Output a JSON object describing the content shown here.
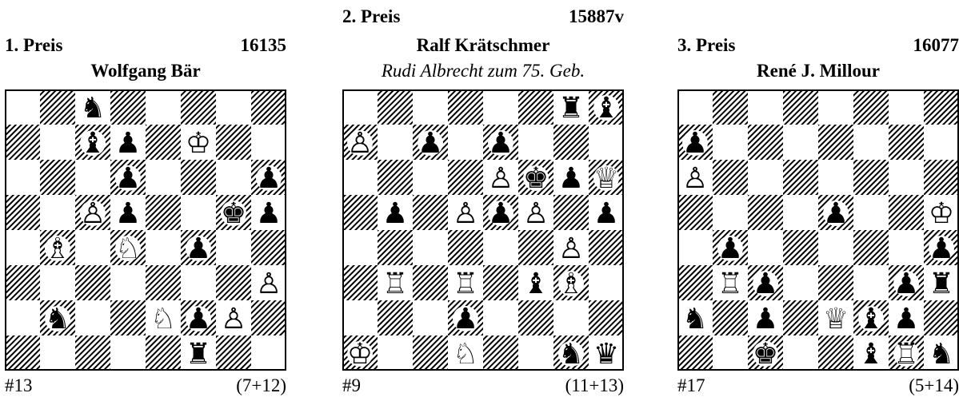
{
  "problems": [
    {
      "rank": "1. Preis",
      "number": "16135",
      "author": "Wolfgang Bär",
      "dedication": "",
      "stipulation": "#13",
      "count": "(7+12)",
      "pieces": [
        {
          "square": "c8",
          "color": "black",
          "type": "knight"
        },
        {
          "square": "c7",
          "color": "black",
          "type": "bishop"
        },
        {
          "square": "d7",
          "color": "black",
          "type": "pawn"
        },
        {
          "square": "f7",
          "color": "white",
          "type": "king"
        },
        {
          "square": "d6",
          "color": "black",
          "type": "pawn"
        },
        {
          "square": "h6",
          "color": "black",
          "type": "pawn"
        },
        {
          "square": "c5",
          "color": "white",
          "type": "pawn"
        },
        {
          "square": "d5",
          "color": "black",
          "type": "pawn"
        },
        {
          "square": "g5",
          "color": "black",
          "type": "king"
        },
        {
          "square": "h5",
          "color": "black",
          "type": "pawn"
        },
        {
          "square": "b4",
          "color": "white",
          "type": "bishop"
        },
        {
          "square": "d4",
          "color": "white",
          "type": "knight"
        },
        {
          "square": "f4",
          "color": "black",
          "type": "pawn"
        },
        {
          "square": "h3",
          "color": "white",
          "type": "pawn"
        },
        {
          "square": "b2",
          "color": "black",
          "type": "knight"
        },
        {
          "square": "e2",
          "color": "white",
          "type": "knight"
        },
        {
          "square": "f2",
          "color": "black",
          "type": "pawn"
        },
        {
          "square": "g2",
          "color": "white",
          "type": "pawn"
        },
        {
          "square": "f1",
          "color": "black",
          "type": "rook"
        }
      ]
    },
    {
      "rank": "2. Preis",
      "number": "15887v",
      "author": "Ralf Krätschmer",
      "dedication": "Rudi Albrecht zum 75. Geb.",
      "stipulation": "#9",
      "count": "(11+13)",
      "pieces": [
        {
          "square": "g8",
          "color": "black",
          "type": "rook"
        },
        {
          "square": "h8",
          "color": "black",
          "type": "bishop"
        },
        {
          "square": "a7",
          "color": "white",
          "type": "pawn"
        },
        {
          "square": "c7",
          "color": "black",
          "type": "pawn"
        },
        {
          "square": "e7",
          "color": "black",
          "type": "pawn"
        },
        {
          "square": "e6",
          "color": "white",
          "type": "pawn"
        },
        {
          "square": "f6",
          "color": "black",
          "type": "king"
        },
        {
          "square": "g6",
          "color": "black",
          "type": "pawn"
        },
        {
          "square": "h6",
          "color": "white",
          "type": "queen"
        },
        {
          "square": "b5",
          "color": "black",
          "type": "pawn"
        },
        {
          "square": "d5",
          "color": "white",
          "type": "pawn"
        },
        {
          "square": "e5",
          "color": "black",
          "type": "pawn"
        },
        {
          "square": "f5",
          "color": "white",
          "type": "pawn"
        },
        {
          "square": "h5",
          "color": "black",
          "type": "pawn"
        },
        {
          "square": "g4",
          "color": "white",
          "type": "pawn"
        },
        {
          "square": "b3",
          "color": "white",
          "type": "rook"
        },
        {
          "square": "d3",
          "color": "white",
          "type": "rook"
        },
        {
          "square": "f3",
          "color": "black",
          "type": "bishop"
        },
        {
          "square": "g3",
          "color": "white",
          "type": "bishop"
        },
        {
          "square": "d2",
          "color": "black",
          "type": "pawn"
        },
        {
          "square": "a1",
          "color": "white",
          "type": "king"
        },
        {
          "square": "d1",
          "color": "white",
          "type": "knight"
        },
        {
          "square": "g1",
          "color": "black",
          "type": "knight"
        },
        {
          "square": "h1",
          "color": "black",
          "type": "queen"
        }
      ]
    },
    {
      "rank": "3. Preis",
      "number": "16077",
      "author": "René J. Millour",
      "dedication": "",
      "stipulation": "#17",
      "count": "(5+14)",
      "pieces": [
        {
          "square": "a7",
          "color": "black",
          "type": "pawn"
        },
        {
          "square": "a6",
          "color": "white",
          "type": "pawn"
        },
        {
          "square": "e5",
          "color": "black",
          "type": "pawn"
        },
        {
          "square": "h5",
          "color": "white",
          "type": "king"
        },
        {
          "square": "b4",
          "color": "black",
          "type": "pawn"
        },
        {
          "square": "h4",
          "color": "black",
          "type": "pawn"
        },
        {
          "square": "b3",
          "color": "white",
          "type": "rook"
        },
        {
          "square": "c3",
          "color": "black",
          "type": "pawn"
        },
        {
          "square": "g3",
          "color": "black",
          "type": "pawn"
        },
        {
          "square": "h3",
          "color": "black",
          "type": "rook"
        },
        {
          "square": "a2",
          "color": "black",
          "type": "knight"
        },
        {
          "square": "c2",
          "color": "black",
          "type": "pawn"
        },
        {
          "square": "e2",
          "color": "white",
          "type": "queen"
        },
        {
          "square": "f2",
          "color": "black",
          "type": "bishop"
        },
        {
          "square": "g2",
          "color": "black",
          "type": "pawn"
        },
        {
          "square": "c1",
          "color": "black",
          "type": "king"
        },
        {
          "square": "f1",
          "color": "black",
          "type": "bishop"
        },
        {
          "square": "g1",
          "color": "white",
          "type": "rook"
        },
        {
          "square": "h1",
          "color": "black",
          "type": "knight"
        }
      ]
    }
  ]
}
